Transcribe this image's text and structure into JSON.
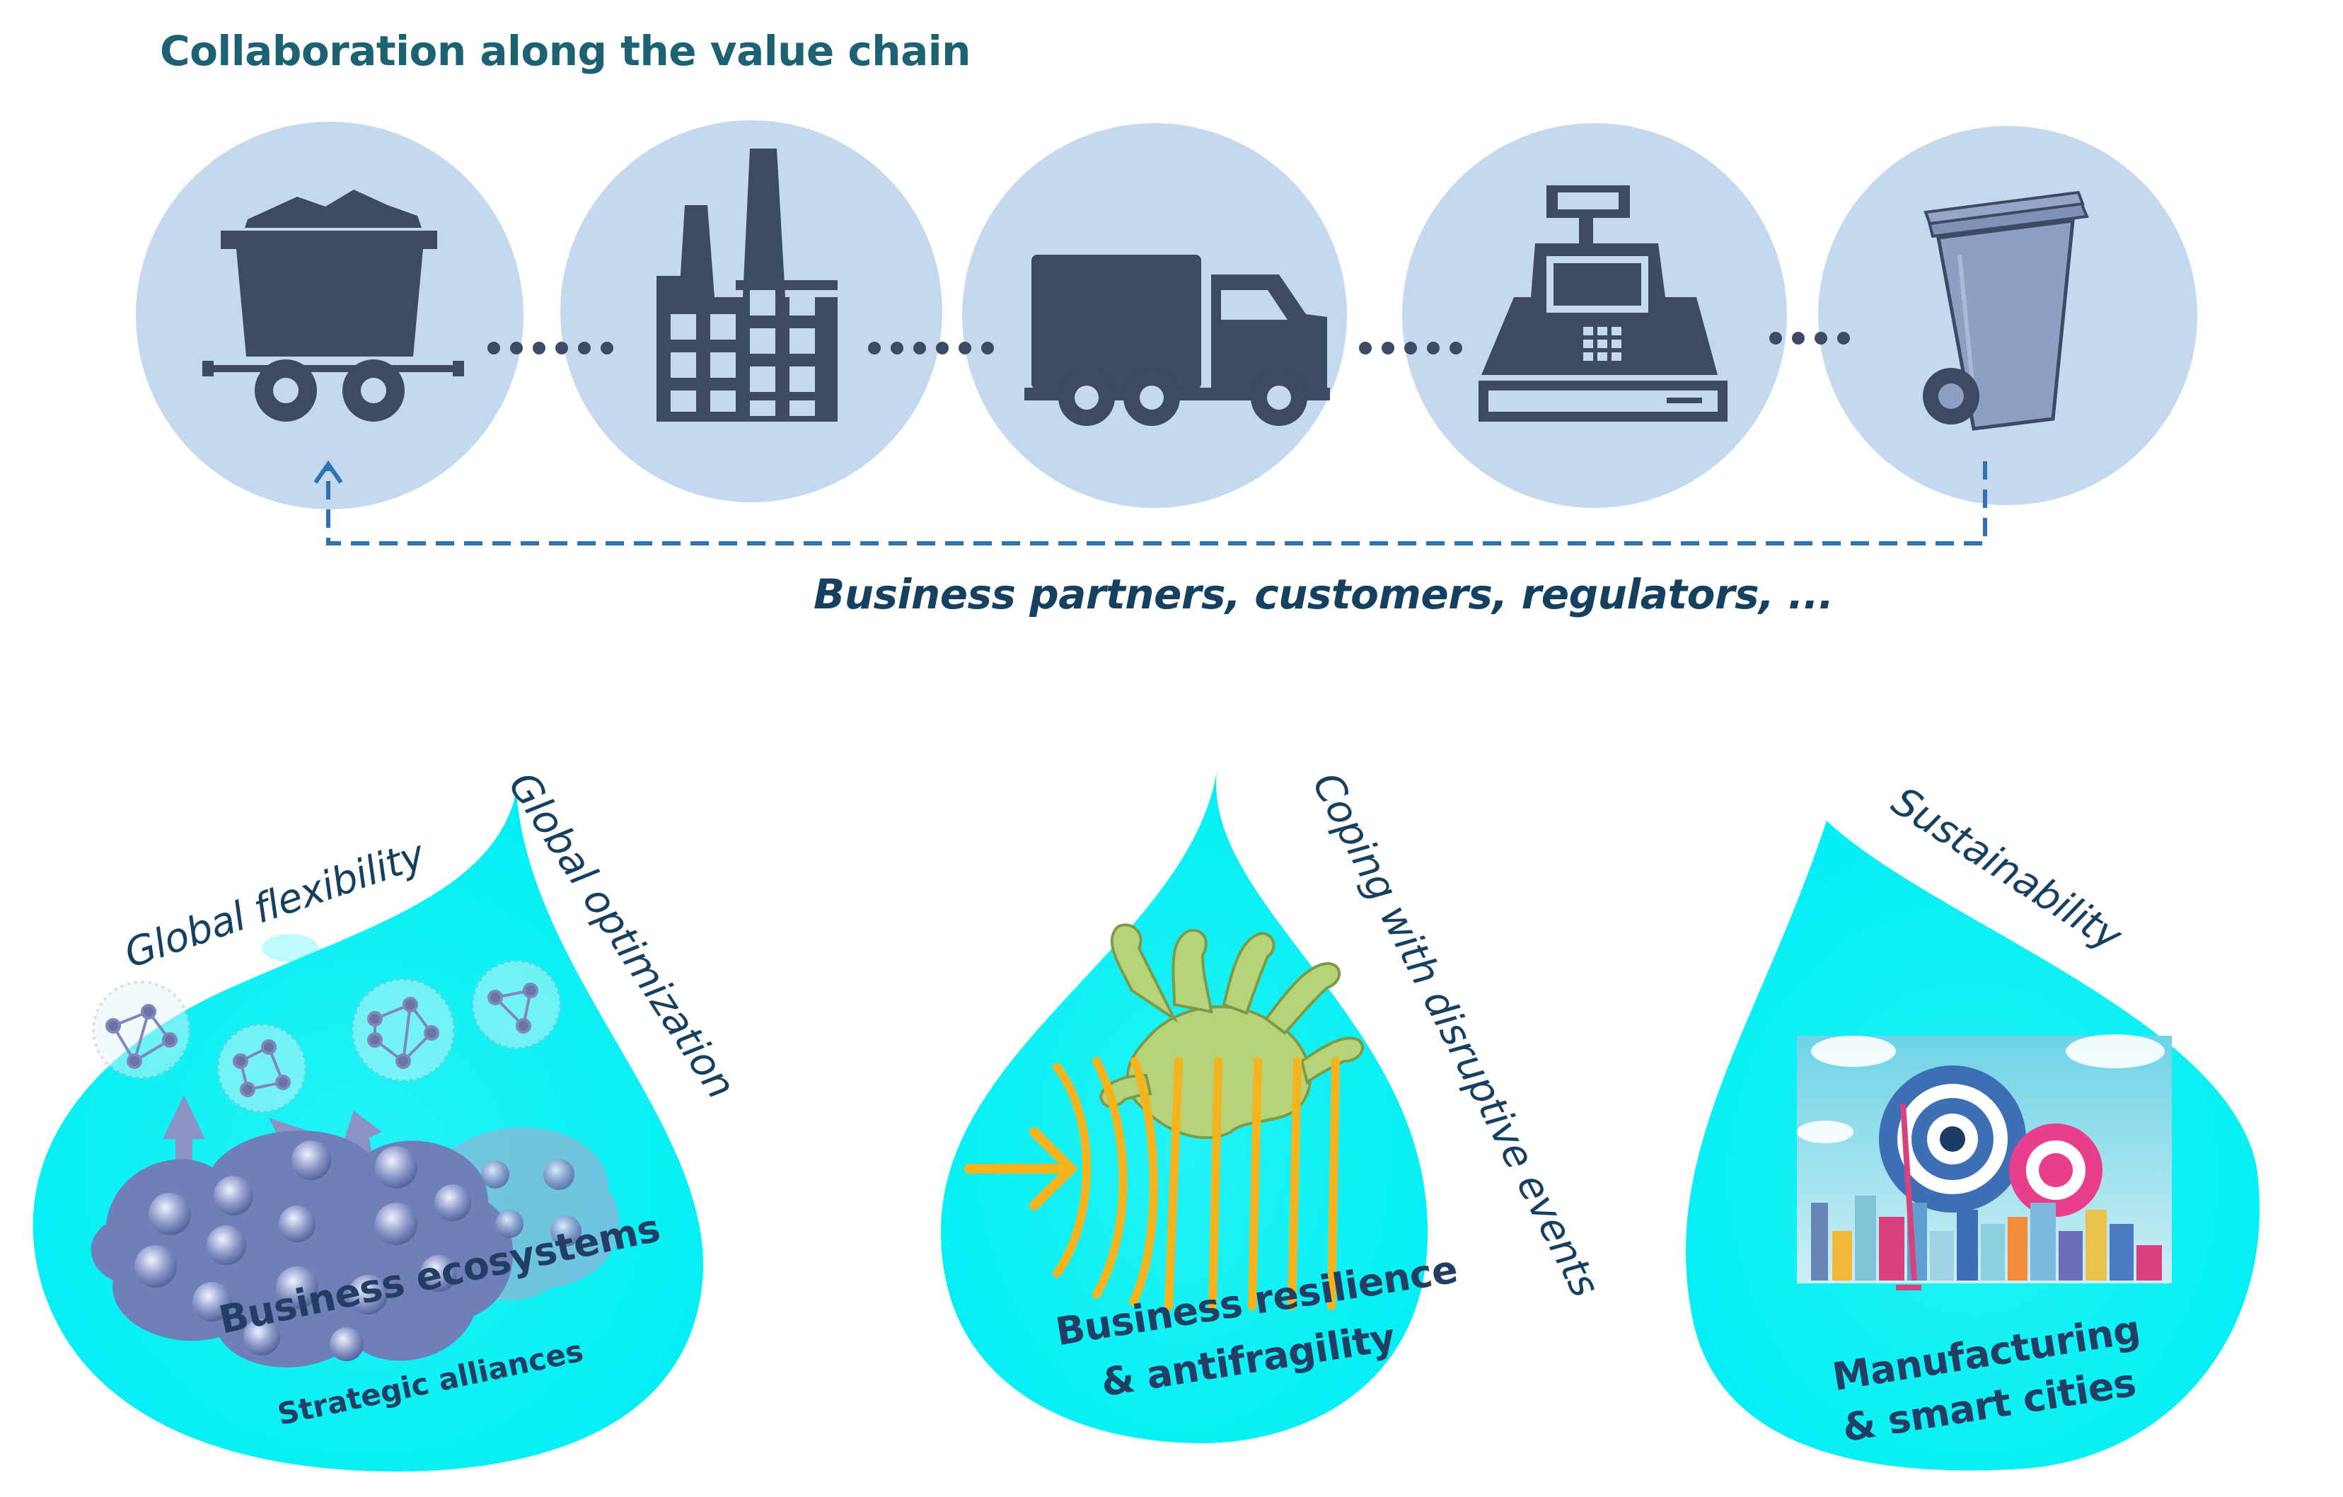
{
  "header": {
    "title": "Collaboration along the value chain",
    "partners": "Business partners, customers, regulators, ..."
  },
  "chain": {
    "stages": [
      {
        "icon": "mine-cart-icon"
      },
      {
        "icon": "factory-icon"
      },
      {
        "icon": "truck-icon"
      },
      {
        "icon": "cash-register-icon"
      },
      {
        "icon": "waste-bin-icon"
      }
    ],
    "circle_color": "#c5d9ee",
    "icon_color": "#3c4a63",
    "feedback_color": "#2e74b5"
  },
  "drops": {
    "fill_color": "#0ef0f5",
    "left": {
      "tag1": "Global flexibility",
      "tag2": "Global optimization",
      "title": "Business ecosystems",
      "subtitle": "Strategic alliances"
    },
    "center": {
      "tag": "Coping with disruptive events",
      "line1": "Business resilience",
      "line2": "& antifragility"
    },
    "right": {
      "tag": "Sustainability",
      "line1": "Manufacturing",
      "line2": "& smart cities"
    }
  }
}
